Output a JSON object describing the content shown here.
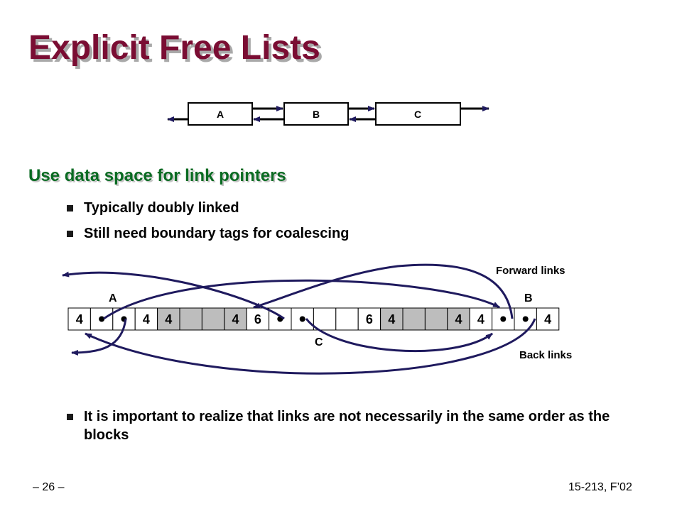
{
  "slide": {
    "title": "Explicit Free Lists",
    "heading": "Use data space for link pointers",
    "bullets_top": [
      "Typically doubly linked",
      "Still need boundary tags for coalescing"
    ],
    "bullets_bottom": [
      "It is important to realize that links are not necessarily in the same order as the blocks"
    ],
    "footer_left": "– 26 –",
    "footer_right": "15-213, F’02"
  },
  "colors": {
    "title": "#7a0d33",
    "heading": "#0a6b22",
    "arrow": "#1f1a5e",
    "shaded_cell": "#bdbdbd"
  },
  "top_diagram": {
    "nodes": [
      "A",
      "B",
      "C"
    ]
  },
  "memory_diagram": {
    "labels": {
      "block_a": "A",
      "block_b": "B",
      "block_c": "C",
      "forward": "Forward links",
      "back": "Back links"
    },
    "cells": [
      {
        "text": "4",
        "shaded": false
      },
      {
        "text": "",
        "dot": true,
        "shaded": false
      },
      {
        "text": "",
        "dot": true,
        "shaded": false
      },
      {
        "text": "4",
        "shaded": false
      },
      {
        "text": "4",
        "shaded": true
      },
      {
        "text": "",
        "shaded": true
      },
      {
        "text": "",
        "shaded": true
      },
      {
        "text": "4",
        "shaded": true
      },
      {
        "text": "6",
        "shaded": false
      },
      {
        "text": "",
        "dot": true,
        "shaded": false
      },
      {
        "text": "",
        "dot": true,
        "shaded": false
      },
      {
        "text": "",
        "shaded": false
      },
      {
        "text": "",
        "shaded": false
      },
      {
        "text": "6",
        "shaded": false
      },
      {
        "text": "4",
        "shaded": true
      },
      {
        "text": "",
        "shaded": true
      },
      {
        "text": "",
        "shaded": true
      },
      {
        "text": "4",
        "shaded": true
      },
      {
        "text": "4",
        "shaded": false
      },
      {
        "text": "",
        "dot": true,
        "shaded": false
      },
      {
        "text": "",
        "dot": true,
        "shaded": false
      },
      {
        "text": "4",
        "shaded": false
      }
    ]
  }
}
